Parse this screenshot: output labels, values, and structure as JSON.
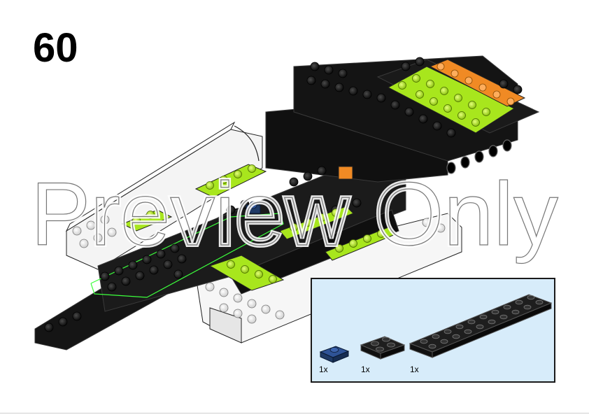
{
  "step": {
    "number": "60"
  },
  "watermark": {
    "text": "Preview Only"
  },
  "parts_list": {
    "items": [
      {
        "quantity": "1x",
        "part": "1x1 plate",
        "color": "#1f3a66"
      },
      {
        "quantity": "1x",
        "part": "2x2 plate",
        "color": "#1a1a1a"
      },
      {
        "quantity": "1x",
        "part": "2x10 plate",
        "color": "#1a1a1a"
      }
    ]
  },
  "colors": {
    "black_brick": "#151515",
    "lime": "#a8e61d",
    "orange": "#f08a24",
    "white_brick": "#ffffff",
    "dark_blue": "#1f3a66",
    "panel_background": "#d7ecfa"
  }
}
